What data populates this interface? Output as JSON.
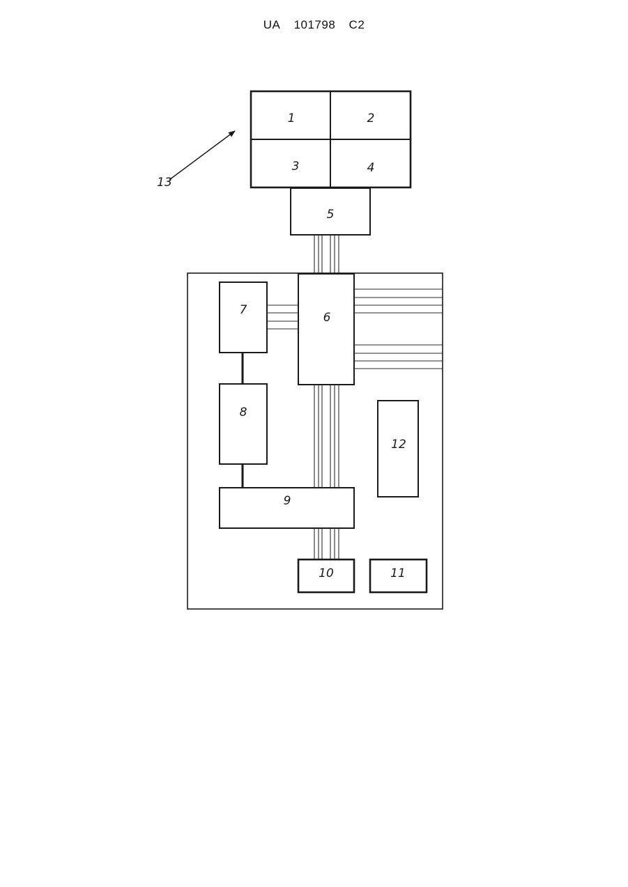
{
  "header": {
    "country": "UA",
    "number": "101798",
    "kind": "C2"
  },
  "blocks": {
    "b1": "1",
    "b2": "2",
    "b3": "3",
    "b4": "4",
    "b5": "5",
    "b6": "6",
    "b7": "7",
    "b8": "8",
    "b9": "9",
    "b10": "10",
    "b11": "11",
    "b12": "12"
  },
  "pointer_label": "13"
}
